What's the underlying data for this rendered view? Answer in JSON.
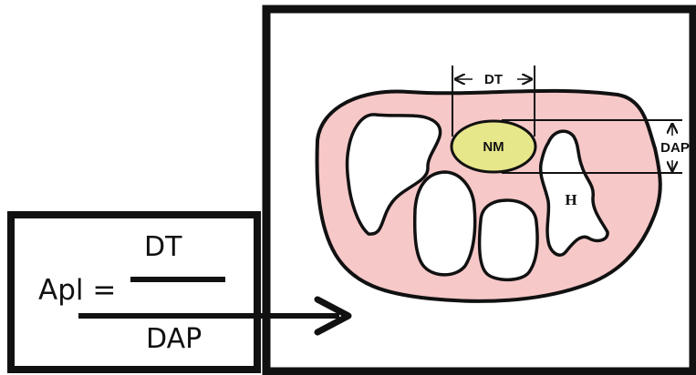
{
  "formula": {
    "lhs": "Apl =",
    "numerator": "DT",
    "denominator": "DAP"
  },
  "diagram": {
    "labels": {
      "dt": "DT",
      "dap": "DAP",
      "nm": "NM",
      "h": "H"
    },
    "colors": {
      "vertebra_fill": "#f7c8c8",
      "canal_fill": "#e6e68a",
      "outline": "#111111"
    }
  },
  "arrow": {
    "direction": "right"
  }
}
